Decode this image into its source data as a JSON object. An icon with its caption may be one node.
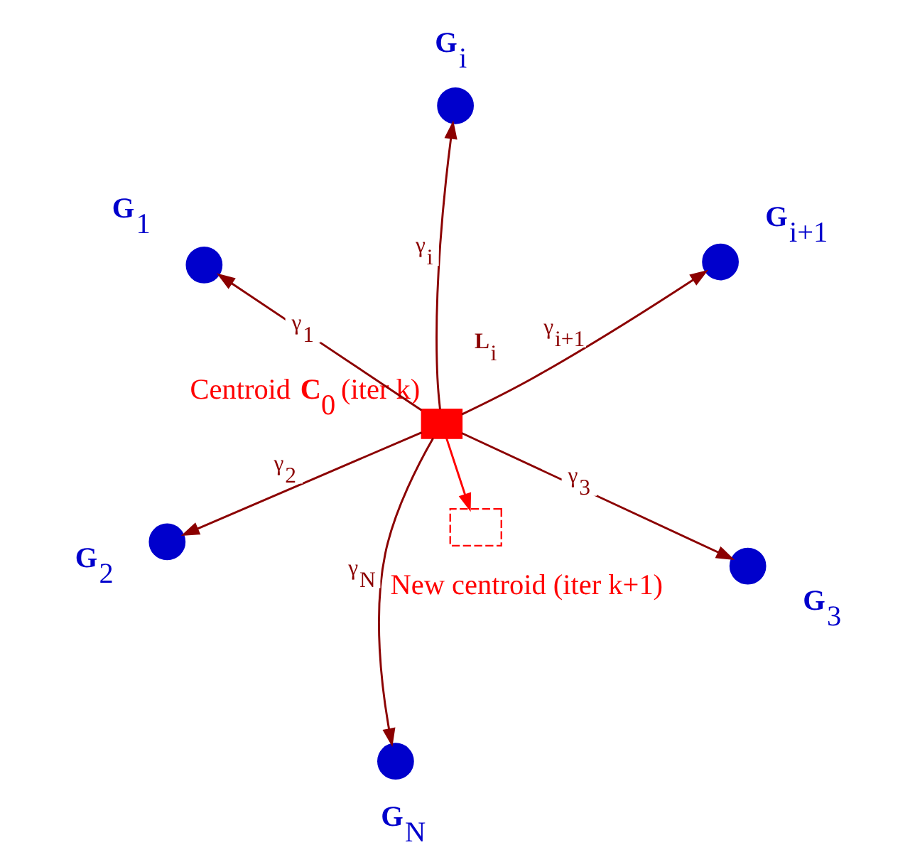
{
  "diagram": {
    "nodes": [
      {
        "text": [],
        "shape": "box",
        "beside": [
          "Centroid **C**$_{0}$ (iter k)"
        ]
      },
      {
        "text": [],
        "shape": "box",
        "beside": [
          "New centroid (iter k+1)"
        ]
      },
      {
        "text": [],
        "shape": "circle",
        "beside": [
          "**G**$_{1}$"
        ]
      },
      {
        "text": [],
        "shape": "circle",
        "beside": [
          "**G**$_{2}$"
        ]
      },
      {
        "text": [],
        "shape": "circle",
        "beside": [
          "**G**$_{3}$"
        ]
      },
      {
        "text": [],
        "shape": "circle",
        "beside": [
          "**G**$_{N}$"
        ]
      },
      {
        "text": [],
        "shape": "circle",
        "beside": [
          "**G**$_{i}$"
        ]
      },
      {
        "text": [],
        "shape": "circle",
        "beside": [
          "**G**$_{i+1}$"
        ]
      }
    ],
    "edges": [
      {
        "from": 0,
        "to": 2,
        "arrow": "to",
        "label": "γ$_{1}$"
      },
      {
        "from": 0,
        "to": 3,
        "arrow": "to",
        "label": "γ$_{2}$"
      },
      {
        "from": 0,
        "to": 4,
        "arrow": "to",
        "label": "γ$_{3}$"
      },
      {
        "from": 0,
        "to": 5,
        "arrow": "to",
        "label": "γ$_{N}$"
      },
      {
        "from": 0,
        "to": 6,
        "arrow": "to",
        "label": "γ$_{i}$"
      },
      {
        "from": 0,
        "to": 7,
        "arrow": "to",
        "label": "γ$_{i+1}$"
      },
      {
        "from": 0,
        "to": 1,
        "arrow": "to",
        "color": "#ff0000"
      }
    ],
    "labels": [
      "**L**$_{i}$"
    ]
  }
}
